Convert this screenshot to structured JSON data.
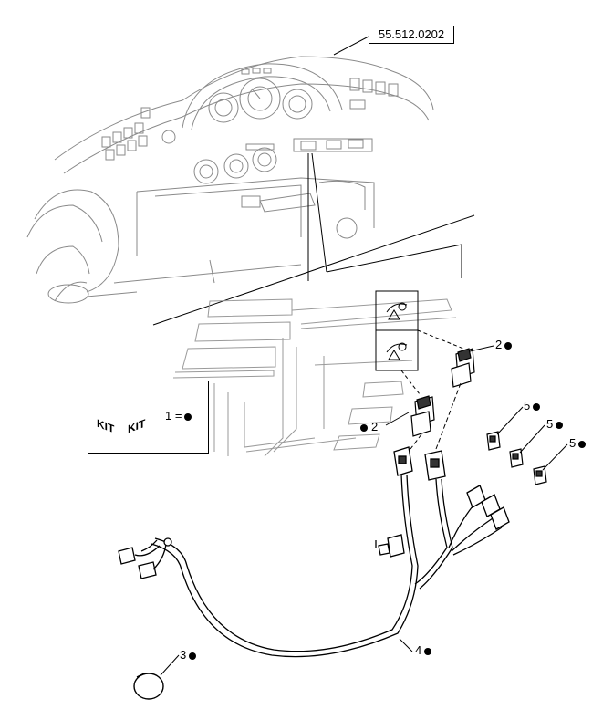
{
  "reference_code": "55.512.0202",
  "kit": {
    "label_left": "KIT",
    "label_right": "KIT",
    "equals_text": "1 ="
  },
  "callouts": [
    {
      "id": "2a",
      "text": "2"
    },
    {
      "id": "2b",
      "text": "2"
    },
    {
      "id": "3",
      "text": "3"
    },
    {
      "id": "4",
      "text": "4"
    },
    {
      "id": "5a",
      "text": "5"
    },
    {
      "id": "5b",
      "text": "5"
    },
    {
      "id": "5c",
      "text": "5"
    }
  ],
  "colors": {
    "line": "#000000",
    "detail": "#8a8a8a",
    "background": "#ffffff"
  }
}
